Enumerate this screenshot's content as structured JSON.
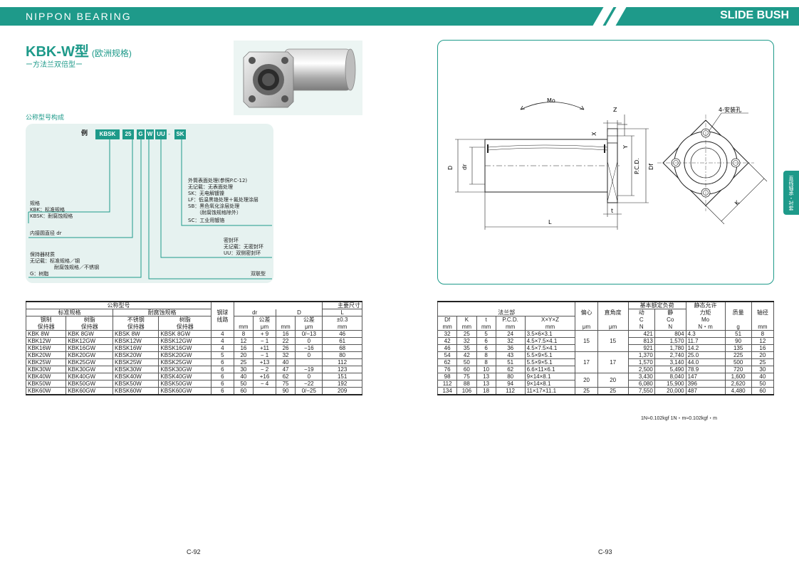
{
  "header": {
    "brand": "NIPPON BEARING",
    "section": "SLIDE BUSH"
  },
  "title": {
    "main": "KBK-W型",
    "note": "(欧洲规格)",
    "subtitle": "ー方法兰双倍型ー"
  },
  "code": {
    "section_label": "公称型号构成",
    "example_label": "例",
    "cells": [
      "KBSK",
      "25",
      "G",
      "W",
      "UU",
      "SK"
    ],
    "separator": "-",
    "surface_title": "外筒表面处理(参照P.C-12)",
    "surface_lines": [
      "无记载：无表面处理",
      "SK：无电解镀镍",
      "LF：低温黑铬处理＋氟处理涂层",
      "SB：黑色氧化涂层处理",
      "（耐腐蚀规格除外）",
      "SC：工业用镀铬"
    ],
    "spec_title": "规格",
    "spec_lines": [
      "KBK：标准规格",
      "KBSK：耐腐蚀规格"
    ],
    "dr_label": "内接圆直径 dr",
    "seal_title": "密封环",
    "seal_lines": [
      "无记载：无密封环",
      "UU：双侧密封环"
    ],
    "retainer_title": "保持器材质",
    "retainer_lines": [
      "无记载：标准规格／钢",
      "耐腐蚀规格／不锈钢",
      "G：树脂"
    ],
    "double_label": "双联型"
  },
  "left_table": {
    "h_model": "公称型号",
    "h_main": "主要尺寸",
    "h_std": "标准规格",
    "h_corr": "耐腐蚀规格",
    "h_steel": "钢制",
    "h_steel2": "保持器",
    "h_resin": "树脂",
    "h_resin2": "保持器",
    "h_ss": "不锈钢",
    "h_ss2": "保持器",
    "h_resin3": "树脂",
    "h_resin4": "保持器",
    "h_balls": "钢球",
    "h_balls2": "线路",
    "h_dr": "dr",
    "h_D": "D",
    "h_L": "L",
    "h_tol": "公差",
    "h_L_tol": "±0.3",
    "u_mm": "mm",
    "u_um": "μm",
    "rows": [
      [
        "KBK  8W",
        "KBK  8GW",
        "KBSK  8W",
        "KBSK  8GW",
        "4",
        "8",
        "+ 9",
        "16",
        "0/−13",
        "46"
      ],
      [
        "KBK12W",
        "KBK12GW",
        "KBSK12W",
        "KBSK12GW",
        "4",
        "12",
        "− 1",
        "22",
        "0",
        "61"
      ],
      [
        "KBK16W",
        "KBK16GW",
        "KBSK16W",
        "KBSK16GW",
        "4",
        "16",
        "+11",
        "26",
        "−16",
        "68"
      ],
      [
        "KBK20W",
        "KBK20GW",
        "KBSK20W",
        "KBSK20GW",
        "5",
        "20",
        "− 1",
        "32",
        "0",
        "80"
      ],
      [
        "KBK25W",
        "KBK25GW",
        "KBSK25W",
        "KBSK25GW",
        "6",
        "25",
        "+13",
        "40",
        "",
        "112"
      ],
      [
        "KBK30W",
        "KBK30GW",
        "KBSK30W",
        "KBSK30GW",
        "6",
        "30",
        "− 2",
        "47",
        "−19",
        "123"
      ],
      [
        "KBK40W",
        "KBK40GW",
        "KBSK40W",
        "KBSK40GW",
        "6",
        "40",
        "+16",
        "62",
        "0",
        "151"
      ],
      [
        "KBK50W",
        "KBK50GW",
        "KBSK50W",
        "KBSK50GW",
        "6",
        "50",
        "− 4",
        "75",
        "−22",
        "192"
      ],
      [
        "KBK60W",
        "KBK60GW",
        "KBSK60W",
        "KBSK60GW",
        "6",
        "60",
        "",
        "90",
        "0/−25",
        "209"
      ]
    ]
  },
  "drawing": {
    "Mo": "Mo",
    "Z": "Z",
    "X": "X",
    "Y": "Y",
    "D": "D",
    "dr": "dr",
    "PCD": "P.C.D.",
    "Df": "Df",
    "t": "t",
    "L": "L",
    "K": "K",
    "holes": "4-安装孔"
  },
  "right_table": {
    "h_flange": "法兰部",
    "h_ecc": "偏心",
    "h_perp": "直角度",
    "h_load": "基本额定负荷",
    "h_dyn": "动",
    "h_sta": "静",
    "h_moment": "静态允许",
    "h_moment2": "力矩",
    "h_mass": "质量",
    "h_shaft": "轴径",
    "h_Df": "Df",
    "h_K": "K",
    "h_t": "t",
    "h_PCD": "P.C.D.",
    "h_XYZ": "X×Y×Z",
    "h_C": "C",
    "h_Co": "Co",
    "h_Mo": "Mo",
    "u_mm": "mm",
    "u_um": "μm",
    "u_N": "N",
    "u_Nm": "N・m",
    "u_g": "g",
    "rows": [
      [
        "32",
        "25",
        "5",
        "24",
        "3.5×6×3.1",
        "421",
        "804",
        "4.3",
        "51",
        "8"
      ],
      [
        "42",
        "32",
        "6",
        "32",
        "4.5×7.5×4.1",
        "813",
        "1,570",
        "11.7",
        "90",
        "12"
      ],
      [
        "46",
        "35",
        "6",
        "36",
        "4.5×7.5×4.1",
        "921",
        "1,780",
        "14.2",
        "135",
        "16"
      ],
      [
        "54",
        "42",
        "8",
        "43",
        "5.5×9×5.1",
        "1,370",
        "2,740",
        "25.0",
        "225",
        "20"
      ],
      [
        "62",
        "50",
        "8",
        "51",
        "5.5×9×5.1",
        "1,570",
        "3,140",
        "44.0",
        "500",
        "25"
      ],
      [
        "76",
        "60",
        "10",
        "62",
        "6.6×11×6.1",
        "2,500",
        "5,490",
        "78.9",
        "720",
        "30"
      ],
      [
        "98",
        "75",
        "13",
        "80",
        "9×14×8.1",
        "3,430",
        "8,040",
        "147",
        "1,600",
        "40"
      ],
      [
        "112",
        "88",
        "13",
        "94",
        "9×14×8.1",
        "6,080",
        "15,900",
        "396",
        "2,620",
        "50"
      ],
      [
        "134",
        "106",
        "18",
        "112",
        "11×17×11.1",
        "7,550",
        "20,000",
        "487",
        "4,480",
        "60"
      ]
    ],
    "ecc": [
      "15",
      "17",
      "20",
      "25"
    ],
    "perp": [
      "15",
      "17",
      "20",
      "25"
    ]
  },
  "note": "1N≈0.102kgf   1N・m≈0.102kgf・m",
  "side_tab": "直线轴承・衬套",
  "pages": {
    "left": "C-92",
    "right": "C-93"
  }
}
